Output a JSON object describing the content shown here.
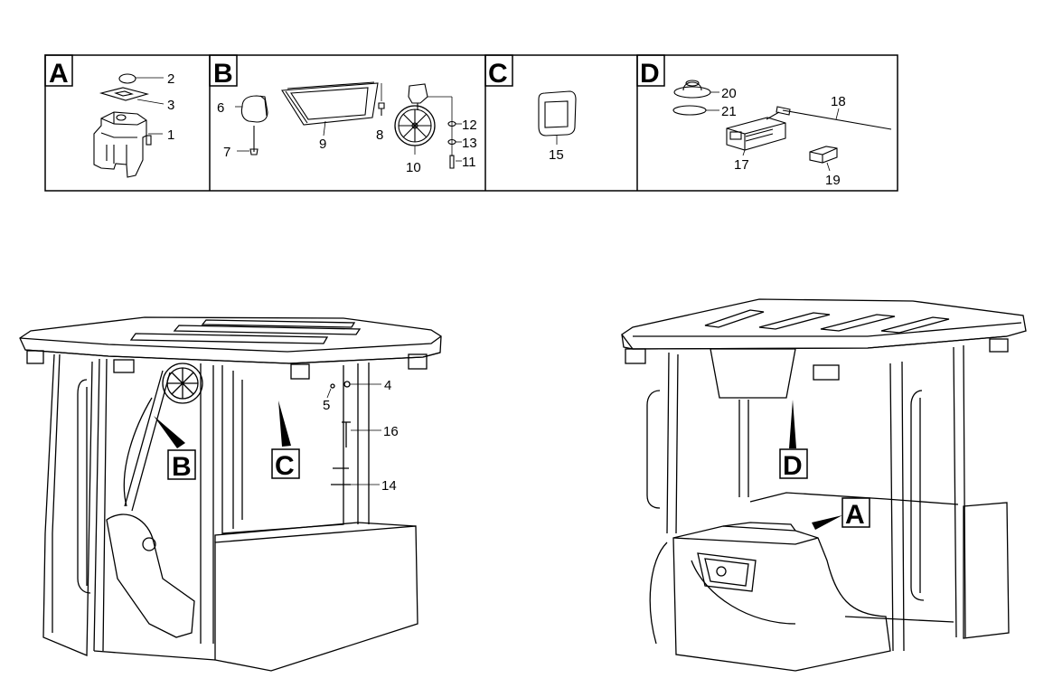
{
  "sections": [
    {
      "letter": "A",
      "parts": [
        "2",
        "3",
        "1"
      ]
    },
    {
      "letter": "B",
      "parts": [
        "6",
        "7",
        "9",
        "8",
        "10",
        "12",
        "13",
        "11"
      ]
    },
    {
      "letter": "C",
      "parts": [
        "15"
      ]
    },
    {
      "letter": "D",
      "parts": [
        "20",
        "21",
        "17",
        "18",
        "19"
      ]
    }
  ],
  "left_cab": {
    "callouts": [
      "B",
      "C"
    ],
    "parts": [
      "4",
      "5",
      "16",
      "14"
    ]
  },
  "right_cab": {
    "callouts": [
      "D",
      "A"
    ]
  }
}
